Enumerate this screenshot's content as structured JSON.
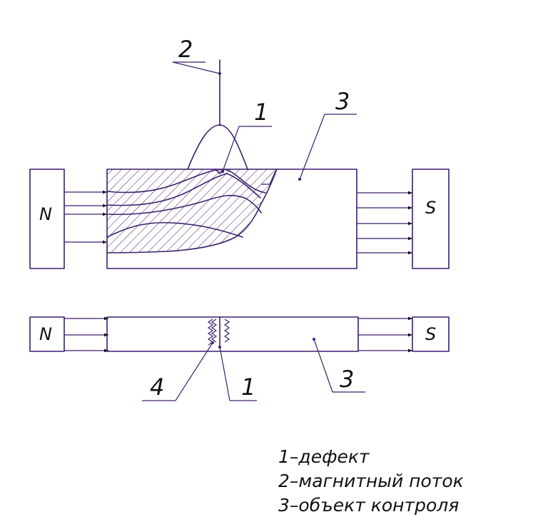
{
  "colors": {
    "line": "#3c1f6e",
    "text": "#111111",
    "background": "#ffffff"
  },
  "labels": {
    "defect_top": "1",
    "flux_top": "2",
    "object_top": "3",
    "pole_n_top": "N",
    "pole_s_top": "S",
    "pole_n_bottom": "N",
    "pole_s_bottom": "S",
    "powder_bottom": "4",
    "defect_bottom": "1",
    "object_bottom": "3"
  },
  "legend": [
    "1–дефект",
    "2–магнитный поток",
    "3–объект контроля"
  ]
}
